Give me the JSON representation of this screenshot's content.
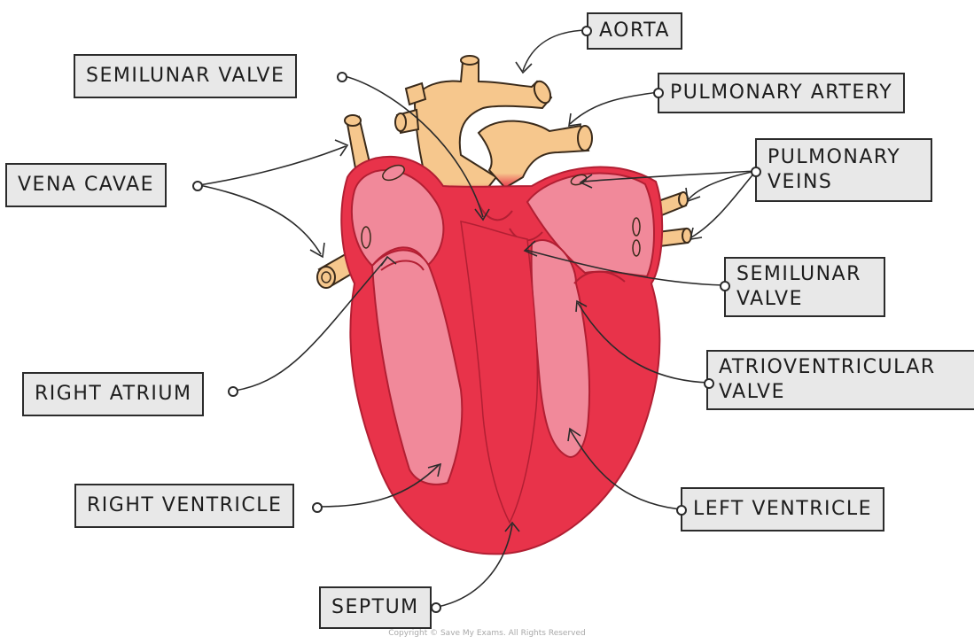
{
  "labels": {
    "aorta": "AORTA",
    "semilunar_valve_top": "SEMILUNAR VALVE",
    "pulmonary_artery": "PULMONARY ARTERY",
    "vena_cavae": "VENA CAVAE",
    "pulmonary_veins": [
      "PULMONARY",
      "VEINS"
    ],
    "semilunar_valve_right": [
      "SEMILUNAR",
      "VALVE"
    ],
    "right_atrium": "RIGHT ATRIUM",
    "atrioventricular_valve": [
      "ATRIOVENTRICULAR",
      "VALVE"
    ],
    "right_ventricle": "RIGHT VENTRICLE",
    "left_ventricle": "LEFT VENTRICLE",
    "septum": "SEPTUM"
  },
  "copyright": "Copyright © Save My Exams. All Rights Reserved",
  "colors": {
    "heart_wall": "#e8334a",
    "heart_outline": "#b21f33",
    "chamber_pink": "#f1899a",
    "vessel": "#f6c78d",
    "vessel_outline": "#3a2a1a",
    "label_fill": "#e8e8e8",
    "label_border": "#2b2b2b"
  }
}
